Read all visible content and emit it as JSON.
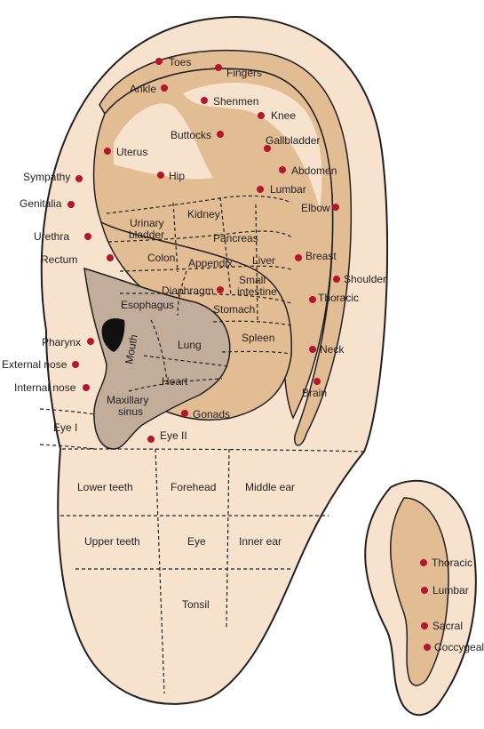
{
  "colors": {
    "skin": "#f7e3cd",
    "concha": "#e2bd94",
    "scapha": "#f7e3cd",
    "lobe_region": "#c2ad9b",
    "outline": "#231f20",
    "point": "#b5162b"
  },
  "main_ear": {
    "points": [
      {
        "label": "Toes"
      },
      {
        "label": "Fingers"
      },
      {
        "label": "Ankle"
      },
      {
        "label": "Shenmen"
      },
      {
        "label": "Knee"
      },
      {
        "label": "Buttocks"
      },
      {
        "label": "Gallbladder"
      },
      {
        "label": "Uterus"
      },
      {
        "label": "Abdomen"
      },
      {
        "label": "Hip"
      },
      {
        "label": "Lumbar"
      },
      {
        "label": "Sympathy"
      },
      {
        "label": "Genitalia"
      },
      {
        "label": "Elbow"
      },
      {
        "label": "Urethra"
      },
      {
        "label": "Breast"
      },
      {
        "label": "Rectum"
      },
      {
        "label": "Shoulder"
      },
      {
        "label": "Diaphragm"
      },
      {
        "label": "Thoracic"
      },
      {
        "label": "Pharynx"
      },
      {
        "label": "External nose"
      },
      {
        "label": "Internal nose"
      },
      {
        "label": "Neck"
      },
      {
        "label": "Brain"
      },
      {
        "label": "Gonads"
      },
      {
        "label": "Eye II"
      }
    ],
    "zones": [
      {
        "label": "Kidney"
      },
      {
        "label": "Urinary"
      },
      {
        "label": "bladder"
      },
      {
        "label": "Pancreas"
      },
      {
        "label": "Colon"
      },
      {
        "label": "Appendix"
      },
      {
        "label": "Liver"
      },
      {
        "label": "Small"
      },
      {
        "label": "intestine"
      },
      {
        "label": "Esophagus"
      },
      {
        "label": "Stomach"
      },
      {
        "label": "Mouth"
      },
      {
        "label": "Lung"
      },
      {
        "label": "Spleen"
      },
      {
        "label": "Heart"
      },
      {
        "label": "Maxillary"
      },
      {
        "label": "sinus"
      },
      {
        "label": "Eye I"
      }
    ],
    "lobe_zones": [
      {
        "label": "Lower teeth"
      },
      {
        "label": "Forehead"
      },
      {
        "label": "Middle ear"
      },
      {
        "label": "Upper teeth"
      },
      {
        "label": "Eye"
      },
      {
        "label": "Inner ear"
      },
      {
        "label": "Tonsil"
      }
    ]
  },
  "small_ear": {
    "points": [
      {
        "label": "Thoracic"
      },
      {
        "label": "Lumbar"
      },
      {
        "label": "Sacral"
      },
      {
        "label": "Coccygeal"
      }
    ]
  }
}
